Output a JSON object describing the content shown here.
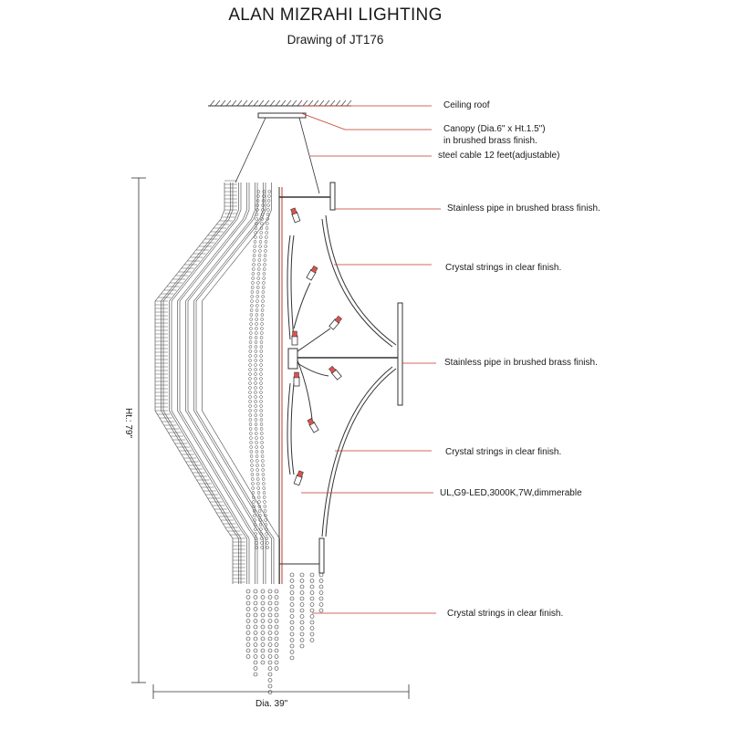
{
  "header": {
    "title": "ALAN MIZRAHI LIGHTING",
    "subtitle": "Drawing of JT176"
  },
  "callouts": [
    {
      "id": "ceiling",
      "text": "Ceiling roof"
    },
    {
      "id": "canopy1",
      "text": "Canopy (Dia.6\" x Ht.1.5\")"
    },
    {
      "id": "canopy2",
      "text": "in brushed brass finish."
    },
    {
      "id": "cable",
      "text": "steel cable 12 feet(adjustable)"
    },
    {
      "id": "pipe_top",
      "text": "Stainless pipe in brushed brass finish."
    },
    {
      "id": "crystal1",
      "text": "Crystal strings in clear finish."
    },
    {
      "id": "pipe_mid",
      "text": "Stainless pipe in brushed brass finish."
    },
    {
      "id": "crystal2",
      "text": "Crystal strings in clear finish."
    },
    {
      "id": "bulb",
      "text": "UL,G9-LED,3000K,7W,dimmerable"
    },
    {
      "id": "crystal3",
      "text": "Crystal strings in clear finish."
    }
  ],
  "dimensions": {
    "height": "Ht.: 79\"",
    "diameter": "Dia. 39\""
  },
  "colors": {
    "line": "#333333",
    "leader": "#c0392b",
    "bulb": "#d9534f"
  }
}
